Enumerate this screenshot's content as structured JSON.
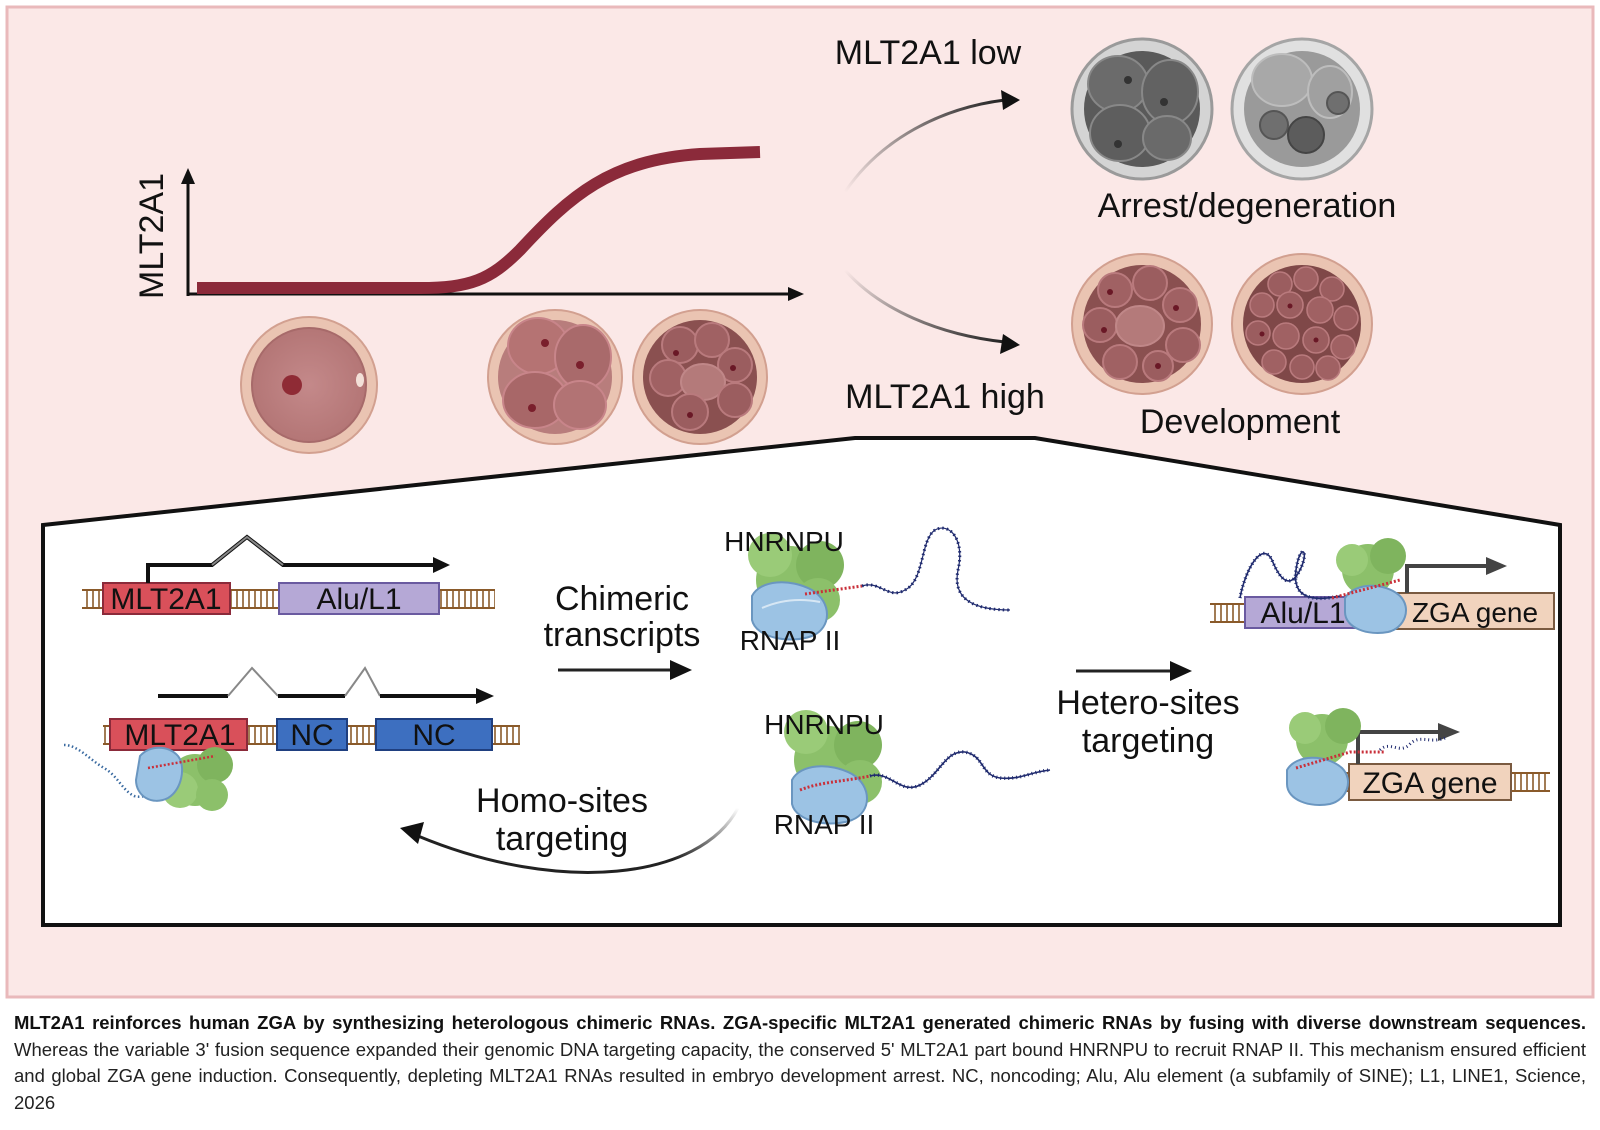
{
  "top": {
    "y_axis_label": "MLT2A1",
    "low_label": "MLT2A1 low",
    "high_label": "MLT2A1 high",
    "arrest_label": "Arrest/degeneration",
    "development_label": "Development"
  },
  "panel": {
    "construct1": {
      "left": "MLT2A1",
      "right": "Alu/L1"
    },
    "construct2": {
      "left": "MLT2A1",
      "nc1": "NC",
      "nc2": "NC"
    },
    "chimeric_label_1": "Chimeric",
    "chimeric_label_2": "transcripts",
    "hnrnpu_label": "HNRNPU",
    "rnap_label": "RNAP II",
    "homo_label_1": "Homo-sites",
    "homo_label_2": "targeting",
    "hetero_label_1": "Hetero-sites",
    "hetero_label_2": "targeting",
    "target1": {
      "left": "Alu/L1",
      "right": "ZGA gene"
    },
    "target2": {
      "gene": "ZGA gene"
    }
  },
  "caption": {
    "bold": "MLT2A1 reinforces human ZGA by synthesizing heterologous chimeric RNAs. ZGA-specific MLT2A1 generated chimeric RNAs by fusing with diverse downstream sequences.",
    "text": " Whereas the variable 3' fusion sequence expanded their genomic DNA targeting capacity, the conserved 5' MLT2A1 part bound HNRNPU to recruit RNAP II. This mechanism ensured efficient and global ZGA gene induction. Consequently, depleting MLT2A1 RNAs resulted in embryo development arrest. NC, noncoding; Alu, Alu element (a subfamily of SINE); L1, LINE1, Science, 2026"
  },
  "colors": {
    "background_pink": "#fbe8e7",
    "curve_red": "#8b2a3a",
    "mlt2a1_box": "#d9505a",
    "alu_box": "#b5a8d6",
    "nc_box": "#3d6fc0",
    "zga_box": "#f1d3bd",
    "protein_green": "#8cc06a",
    "polymerase_blue": "#9cc3e4",
    "rna_navy": "#1f2a6e"
  }
}
